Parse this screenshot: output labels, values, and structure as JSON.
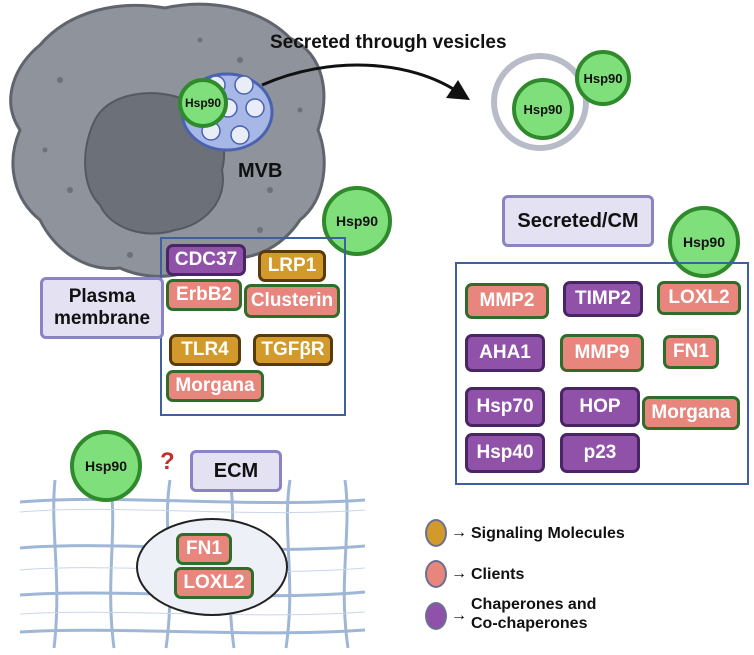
{
  "title": "Secreted through vesicles",
  "mvb_label": "MVB",
  "hsp90": "Hsp90",
  "question_mark": "?",
  "plasma_membrane": {
    "label": "Plasma membrane",
    "items": [
      "CDC37",
      "LRP1",
      "ErbB2",
      "Clusterin",
      "TLR4",
      "TGFβR",
      "Morgana"
    ]
  },
  "secreted": {
    "label": "Secreted/CM",
    "items": [
      "MMP2",
      "TIMP2",
      "LOXL2",
      "AHA1",
      "MMP9",
      "FN1",
      "Hsp70",
      "HOP",
      "Morgana",
      "Hsp40",
      "p23"
    ]
  },
  "ecm": {
    "label": "ECM",
    "items": [
      "FN1",
      "LOXL2"
    ]
  },
  "legend": [
    {
      "label": "Signaling Molecules",
      "color": "#d19a2a"
    },
    {
      "label": "Clients",
      "color": "#e8857d"
    },
    {
      "label": "Chaperones and Co-chaperones",
      "color": "#8f52a8"
    }
  ],
  "colors": {
    "client": "#e8857d",
    "chaperone": "#8f52a8",
    "signaling": "#d19a2a",
    "hsp90": "#7fe07b"
  }
}
